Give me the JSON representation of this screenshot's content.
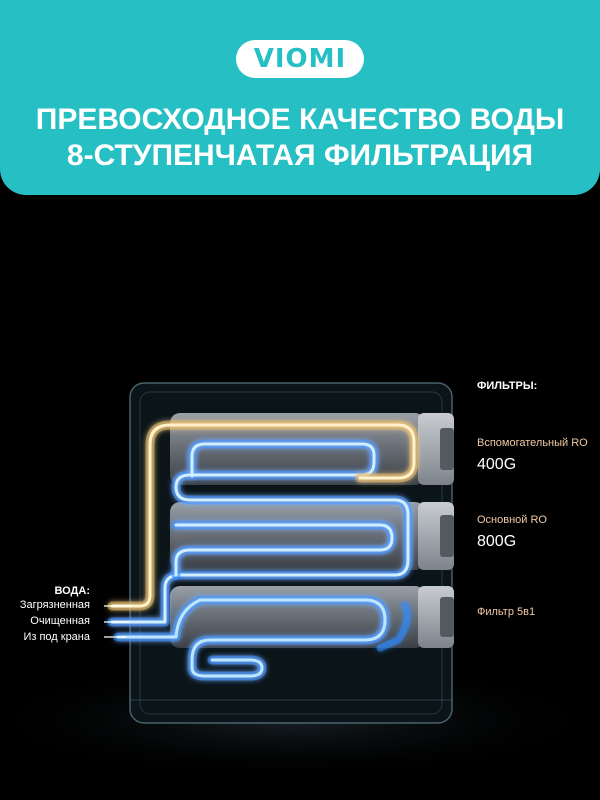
{
  "brand": {
    "logo": "VIOMI"
  },
  "headline": {
    "line1": "ПРЕВОСХОДНОЕ КАЧЕСТВО ВОДЫ",
    "line2": "8-СТУПЕНЧАТАЯ ФИЛЬТРАЦИЯ"
  },
  "filters": {
    "heading": "ФИЛЬТРЫ:",
    "items": [
      {
        "name": "Вспомогательный RO",
        "capacity": "400G"
      },
      {
        "name": "Основной RO",
        "capacity": "800G"
      },
      {
        "name": "Фильтр 5в1",
        "capacity": ""
      }
    ]
  },
  "water": {
    "heading": "ВОДА:",
    "items": [
      {
        "label": "Загрязненная"
      },
      {
        "label": "Очищенная"
      },
      {
        "label": "Из под крана"
      }
    ]
  },
  "colors": {
    "banner": "#26bfc3",
    "dirty_flow": "#f6d58a",
    "clean_flow": "#6ec9ff",
    "tap_flow": "#4aa8ff",
    "filter_label": "#f2c9a3"
  }
}
